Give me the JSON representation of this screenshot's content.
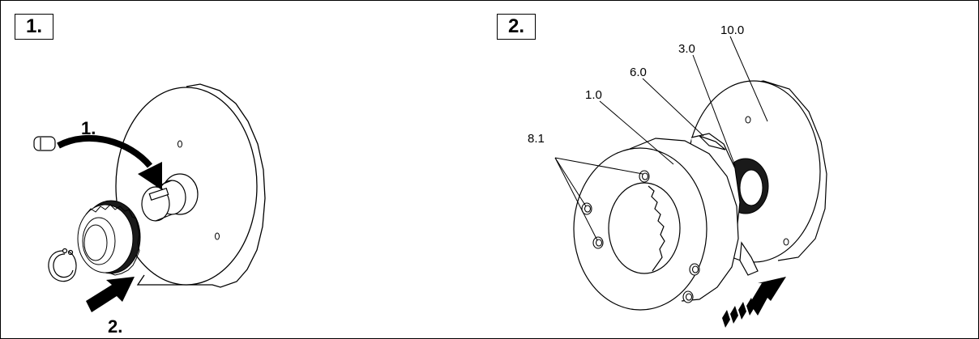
{
  "panels": [
    {
      "step": "1.",
      "arrow_labels": [
        "1.",
        "2."
      ]
    },
    {
      "step": "2.",
      "part_labels": [
        "10.0",
        "3.0",
        "6.0",
        "1.0",
        "8.1"
      ]
    }
  ],
  "colors": {
    "line": "#000000",
    "background": "#ffffff",
    "gear_dark": "#1a1a1a"
  }
}
